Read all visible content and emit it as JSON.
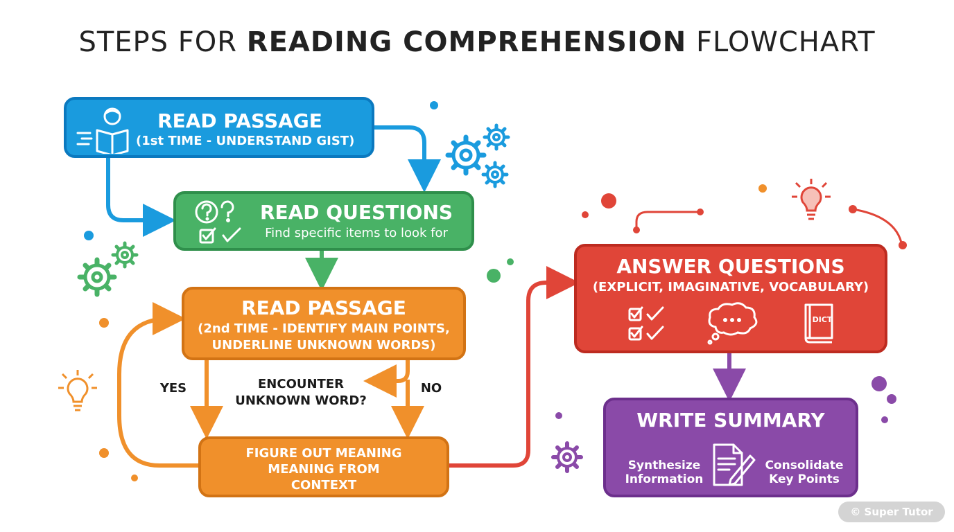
{
  "title": {
    "prefix": "STEPS FOR ",
    "bold": "READING COMPREHENSION",
    "suffix": " FLOWCHART"
  },
  "steps": {
    "read1": {
      "title": "READ PASSAGE",
      "subtitle": "(1st TIME - UNDERSTAND GIST)"
    },
    "questions": {
      "title": "READ QUESTIONS",
      "subtitle": "Find specific items to look for"
    },
    "read2": {
      "title": "READ PASSAGE",
      "subtitle_line1": "(2nd TIME - IDENTIFY MAIN POINTS,",
      "subtitle_line2": "UNDERLINE UNKNOWN WORDS)"
    },
    "decision": {
      "line1": "ENCOUNTER",
      "line2": "UNKNOWN WORD?",
      "yes": "YES",
      "no": "NO"
    },
    "figure": {
      "line1": "FIGURE OUT MEANING",
      "line2": "MEANING FROM",
      "line3": "CONTEXT"
    },
    "answer": {
      "title": "ANSWER QUESTIONS",
      "subtitle": "(EXPLICIT, IMAGINATIVE, VOCABULARY)",
      "dict_label": "DICT"
    },
    "summary": {
      "title": "WRITE SUMMARY",
      "left_line1": "Synthesize",
      "left_line2": "Information",
      "right_line1": "Consolidate",
      "right_line2": "Key Points"
    }
  },
  "watermark": "© Super Tutor",
  "colors": {
    "blue": "#1a9bde",
    "green": "#49b266",
    "orange": "#f0902b",
    "red": "#e04538",
    "purple": "#8a4aa8"
  },
  "icons": [
    "reader-icon",
    "question-marks-icon",
    "checklist-icon",
    "thought-bubble-icon",
    "dictionary-icon",
    "document-pen-icon",
    "gear-icon",
    "lightbulb-icon"
  ]
}
